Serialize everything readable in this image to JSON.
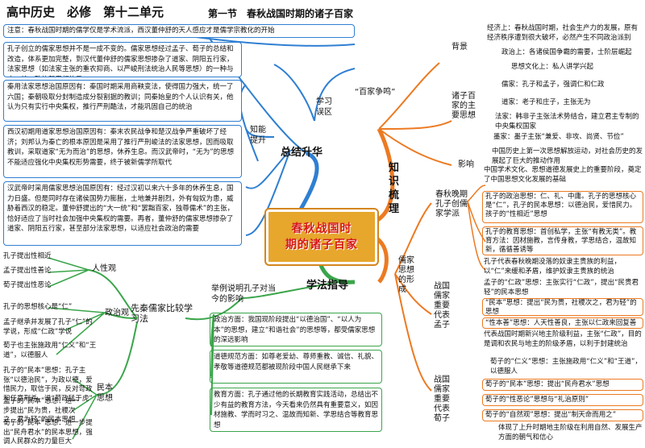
{
  "header": {
    "title": "高中历史　必修　第十二单元",
    "subtitle": "第一节　春秋战国时期的诸子百家"
  },
  "center": {
    "line1": "春秋战国时",
    "line2": "期的诸子百家"
  },
  "top_note": "注意：春秋战国时期的儒学仅是学术流派，西汉董仲舒的天人感应才是儒学宗教化的开始",
  "summary": {
    "label": "总结升华",
    "study_area": "学习误区",
    "knowledge": "知能提升",
    "boxes": [
      "孔子创立的儒家思想并不是一成不变的。儒家思想经过孟子、荀子的总结和改造，体系更加完整，到汉代董仲舒的儒家思想掺杂了道家、阴阳五行家，法家思想（如法家主张的重农抑商、以严峻刑法统治人民等思想）的一种与大一统一致的新思想体系",
      "秦用法家思想治国原因有：秦国时期采用商鞅变法，使得国力强大，统一了六国；秦朝吸取分封制造成分裂割据的教训；同秦始皇的个人认识有关，他认为只有实行中央集权，推行严刑酷法，才能巩固自己的统治",
      "西汉初期用道家思想治国原因有：秦末农民战争和楚汉战争严重破坏了经济；刘邦认为秦亡的根本原因是采用了推行严刑峻法的法家思想，因而吸取教训，采取道家“无为而治”的思想，休养生息。而汉武帝时，“无为”的思想不能适应强化中央集权形势需要，终于被新儒学所取代",
      "汉武帝时采用儒家思想治国原因有：经过汉初以来六十多年的休养生息，国力日盛。但是同时存在诸侯国势力膨胀，土地兼并剧烈，外有匈奴为患，威胁着西汉的稳定。董仲舒提出的“大一统”和“罢黜百家，独尊儒术”的主张，恰好适应了当时社会加强中央集权的需要。再者，董仲舒的儒家思想掺杂了道家、阴阳五行家，甚至部分法家思想，以适应社会政治的需要"
    ]
  },
  "method": {
    "label": "学法指导",
    "compare": "先秦儒家比较学习法",
    "human_nature": "人性观",
    "politics": "政治观",
    "minben": "民本思想",
    "hn_items": [
      "孔子提出性相近",
      "孟子提出性善论",
      "荀子提出性恶论"
    ],
    "pol_items": [
      "孔子的思想核心是“仁”",
      "孟子继承并发展了孔子“仁”的学说，形成“仁政”学说",
      "荀子也主张施政用“仁义”和“王道”，以德服人"
    ],
    "mb_items": [
      "孔子的“民本”思想：孔子主张“以德治民”，为政以德，爱惜民力，取信于民，反对苛政和任意刑杀，说“苛政猛于虎”",
      "孟子的“民本”思想：进一步提出“民为贵，社稷次之，君为轻”的民本思想",
      "荀子的“民本”思想：进一步提出“民舟君水”的民本思想，强调人民群众的力量巨大"
    ],
    "example": "举例说明孔子对当今的影响",
    "ex_items": [
      "政治方面：我国现阶段提出“以德治国”、“以人为本”的思想，建立“和谐社会”的思想等，都受儒家思想的深远影响",
      "道德规范方面：如尊老爱幼、尊师重教、诚信、礼貌、孝敬等道德规范都被现阶段中国人民继承下来",
      "教育方面：孔子通过他的长期教育实践活动，总结出不少有益的教育方法，今天看来仍然具有重要意义，如因材施教、学而时习之、温故而知新、学思结合等教育思想"
    ]
  },
  "knowledge": {
    "label": "知识梳理",
    "bjzm": "“百家争鸣”",
    "background": "背景",
    "bg_items": [
      "经济上：春秋战国时期，社会生产力的发展，原有经济秩序遭到很大破坏，必然产生不同政治派别",
      "政治上：各诸侯国争霸的需要，士阶层崛起",
      "思想文化上：私人讲学兴起"
    ],
    "schools": "诸子百家的主要思想",
    "school_items": [
      "儒家：孔子和孟子，强调仁和仁政",
      "道家：老子和庄子，主张无为",
      "法家：韩非子主张法术势结合，建立君主专制的中央集权国家",
      "墨家：墨子主张“兼爱、非攻、尚贤、节俭”"
    ],
    "influence": "影响",
    "inf_items": [
      "中国历史上第一次思想解放运动，对社会历史的发展起了巨大的推动作用",
      "中国学术文化、思想道德发展史上的重要阶段，奠定了中国思想文化发展的基础"
    ],
    "confucian": "儒家思想的形成",
    "spring": "春秋晚期孔子创儒家学派",
    "sp_items": [
      "孔子的政治思想：仁、礼、中庸。孔子的思想核心是“仁”，孔子的民本思想：以德治民，爱惜民力。孩子的“性相近”思想",
      "孔子的教育思想：首创私学，主张“有教无类”。教育方法：因材施教，言传身教，学思结合，温故知新，循循善诱等",
      "孔子代表春秋晚期没落的奴隶主贵族的利益，以“仁”来缓和矛盾，维护奴隶主贵族的统治"
    ],
    "mencius": "战国儒家重要代表孟子",
    "mz_items": [
      "孟子的“仁政”思想：主张实行“仁政”，提出“民贵君轻”的民本思想",
      "“民本”思想：提出“民为贵，社稷次之，君为轻”的思想",
      "“性本善”思想：人天性善良，主张以仁政来回复善性",
      "代表战国时期新兴地主阶级利益，主张“仁政”，目的是调和农民与地主的阶级矛盾，以利于封建统治"
    ],
    "xunzi": "战国儒家重要代表荀子",
    "xz_items": [
      "荀子的“仁义”思想：主张施政用“仁义”和“王道”，以德服人",
      "荀子的“民本”思想：提出“民舟君水”思想",
      "荀子的“性恶论”思想与“礼治原则”",
      "荀子的“自然观”思想：提出“制天命而用之”",
      "体现了上升时期地主阶级在利用自然、发展生产方面的朝气和信心"
    ]
  }
}
